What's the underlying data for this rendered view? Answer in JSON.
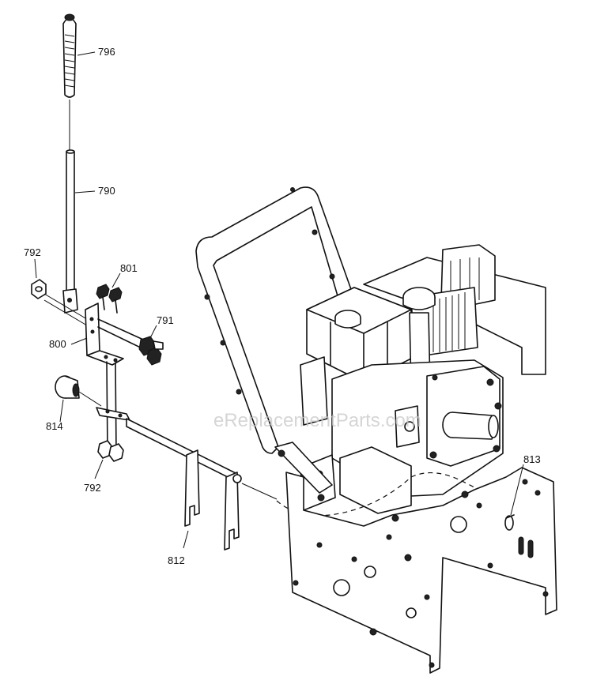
{
  "watermark": "eReplacementParts.com",
  "callouts": [
    {
      "id": "796",
      "text": "796"
    },
    {
      "id": "790",
      "text": "790"
    },
    {
      "id": "792a",
      "text": "792"
    },
    {
      "id": "801",
      "text": "801"
    },
    {
      "id": "791",
      "text": "791"
    },
    {
      "id": "800",
      "text": "800"
    },
    {
      "id": "814",
      "text": "814"
    },
    {
      "id": "792b",
      "text": "792"
    },
    {
      "id": "812",
      "text": "812"
    },
    {
      "id": "813",
      "text": "813"
    }
  ]
}
